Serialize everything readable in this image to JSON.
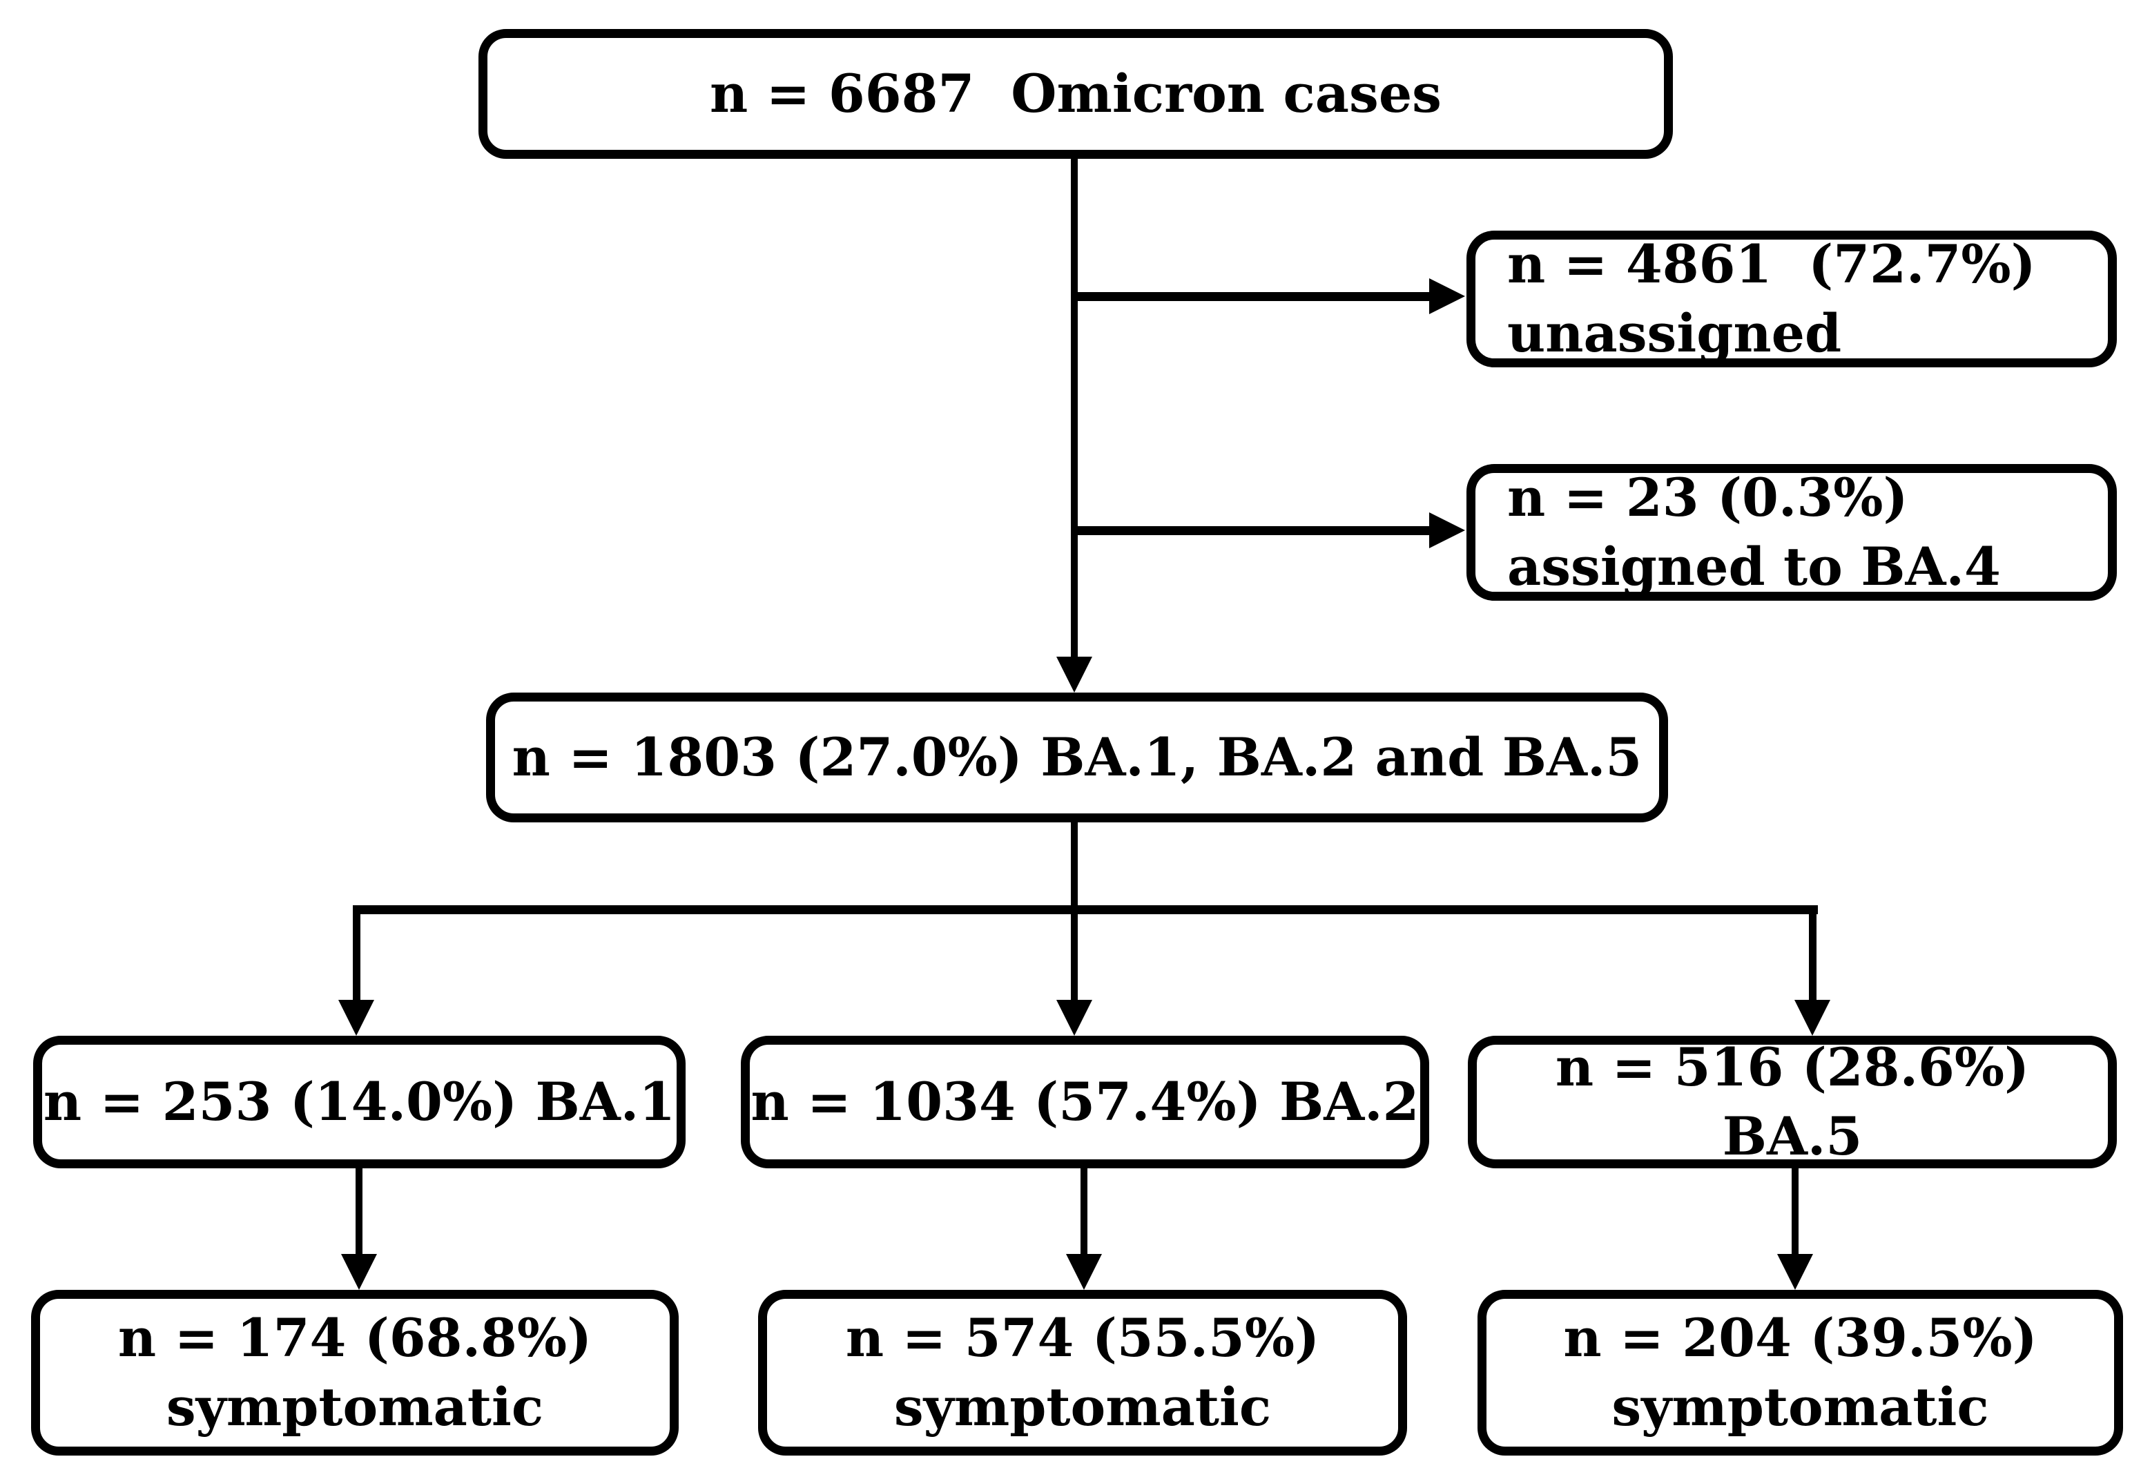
{
  "figure": {
    "type": "flowchart",
    "background_color": "#ffffff",
    "ink_color": "#000000"
  },
  "nodes": {
    "total": {
      "lines": [
        "n = 6687  Omicron cases"
      ]
    },
    "unassigned": {
      "lines": [
        "n = 4861  (72.7%)",
        "unassigned"
      ]
    },
    "assigned_ba4": {
      "lines": [
        "n = 23 (0.3%)",
        "assigned to BA.4"
      ]
    },
    "included": {
      "lines": [
        "n = 1803 (27.0%) BA.1, BA.2 and BA.5"
      ]
    },
    "ba1": {
      "lines": [
        "n = 253 (14.0%) BA.1"
      ]
    },
    "ba2": {
      "lines": [
        "n = 1034 (57.4%) BA.2"
      ]
    },
    "ba5": {
      "lines": [
        "n = 516 (28.6%) BA.5"
      ]
    },
    "ba1_symptomatic": {
      "lines": [
        "n = 174 (68.8%)",
        "symptomatic"
      ]
    },
    "ba2_symptomatic": {
      "lines": [
        "n = 574 (55.5%)",
        "symptomatic"
      ]
    },
    "ba5_symptomatic": {
      "lines": [
        "n = 204 (39.5%)",
        "symptomatic"
      ]
    }
  }
}
